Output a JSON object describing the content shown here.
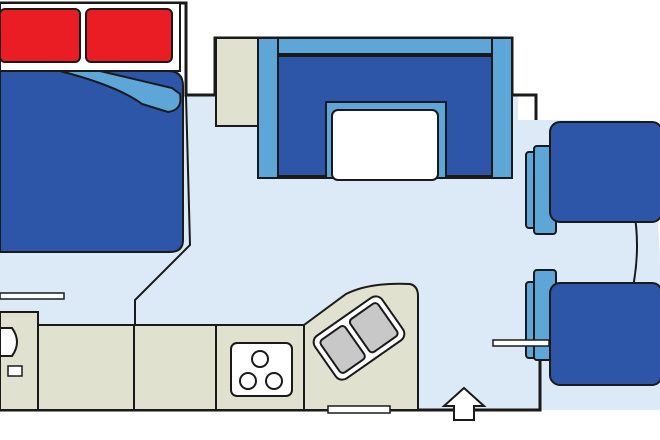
{
  "image": {
    "kind": "floor-plan",
    "subject": "camper-van-interior-layout"
  },
  "palette": {
    "background": "#ffffff",
    "floor": "#dbeaf6",
    "wall": "#1a1a1a",
    "cabinet": "#e1e1cf",
    "upholstery_dark": "#2d55a8",
    "upholstery_light": "#5fa6d8",
    "bed_pillow_red": "#ea1c24",
    "sink_gray": "#c8c8c8",
    "table_white": "#ffffff"
  },
  "elements": {
    "bed": "double-bed",
    "pillows": 2,
    "dinette": "u-shaped-dinette-with-table",
    "front_seats": 2,
    "kitchen": [
      "counter",
      "three-burner-stove",
      "double-sink"
    ],
    "entrance": "entrance-arrow"
  }
}
